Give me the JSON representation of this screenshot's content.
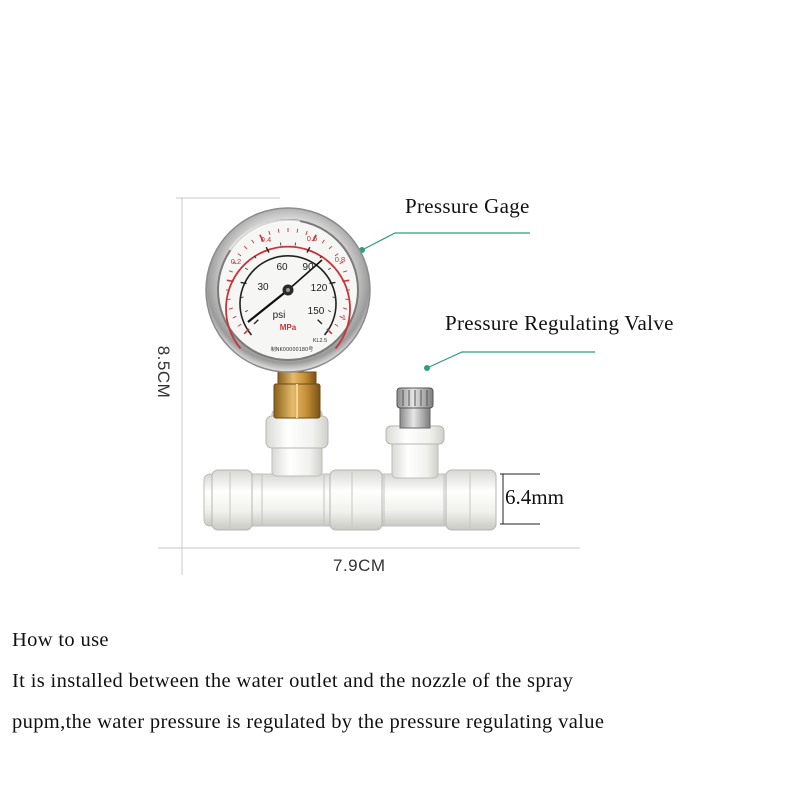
{
  "callouts": {
    "pressure_gage": "Pressure Gage",
    "regulating_valve": "Pressure Regulating Valve"
  },
  "dimensions": {
    "height": "8.5CM",
    "width": "7.9CM",
    "tube_size": "6.4mm"
  },
  "gauge": {
    "unit_psi": "psi",
    "unit_mpa": "MPa",
    "psi_ticks": [
      "30",
      "60",
      "90",
      "120",
      "150"
    ],
    "mpa_ticks": [
      "0.2",
      "0.4",
      "0.6",
      "0.8",
      "1"
    ],
    "class_mark": "KL2.5",
    "serial": "制NK00000180号"
  },
  "usage": {
    "heading": "How to use",
    "line1": "It is installed between the water outlet and the nozzle of the spray",
    "line2": "pupm,the water pressure is regulated by the pressure regulating value"
  },
  "colors": {
    "callout_line": "#2f9e7c",
    "gauge_red": "#c8343a",
    "brass": "#b8893a",
    "fitting_white": "#f2f2f0"
  }
}
